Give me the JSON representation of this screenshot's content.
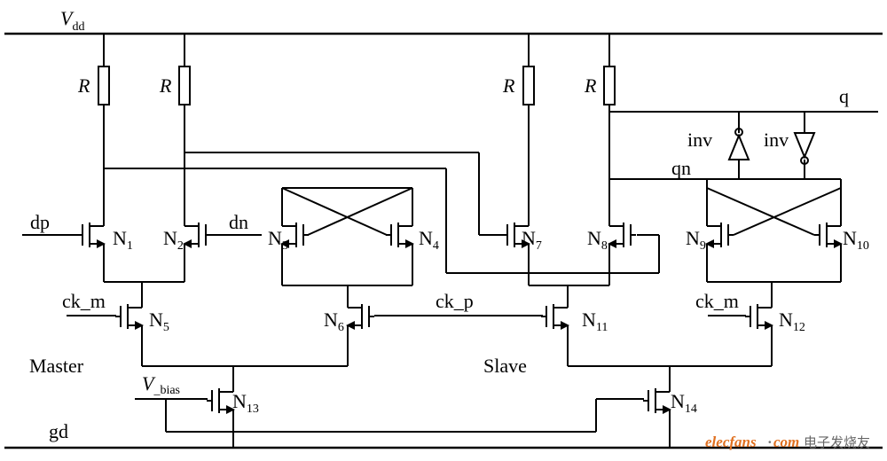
{
  "rails": {
    "vdd": "V",
    "vdd_sub": "dd",
    "gnd": "gd"
  },
  "resistor_label": "R",
  "inputs": {
    "dp": "dp",
    "dn": "dn",
    "ck_m": "ck_m",
    "ck_p": "ck_p",
    "vbias": "V",
    "vbias_sub": "_bias"
  },
  "outputs": {
    "q": "q",
    "qn": "qn"
  },
  "inverters": {
    "label": "inv"
  },
  "sections": {
    "master": "Master",
    "slave": "Slave"
  },
  "transistors": [
    {
      "name": "N",
      "sub": "1"
    },
    {
      "name": "N",
      "sub": "2"
    },
    {
      "name": "N",
      "sub": "3"
    },
    {
      "name": "N",
      "sub": "4"
    },
    {
      "name": "N",
      "sub": "5"
    },
    {
      "name": "N",
      "sub": "6"
    },
    {
      "name": "N",
      "sub": "7"
    },
    {
      "name": "N",
      "sub": "8"
    },
    {
      "name": "N",
      "sub": "9"
    },
    {
      "name": "N",
      "sub": "10"
    },
    {
      "name": "N",
      "sub": "11"
    },
    {
      "name": "N",
      "sub": "12"
    },
    {
      "name": "N",
      "sub": "13"
    },
    {
      "name": "N",
      "sub": "14"
    }
  ],
  "watermark": {
    "site": "elecfans",
    "dot": "·",
    "com": "com",
    "cn": "电子发烧友"
  }
}
